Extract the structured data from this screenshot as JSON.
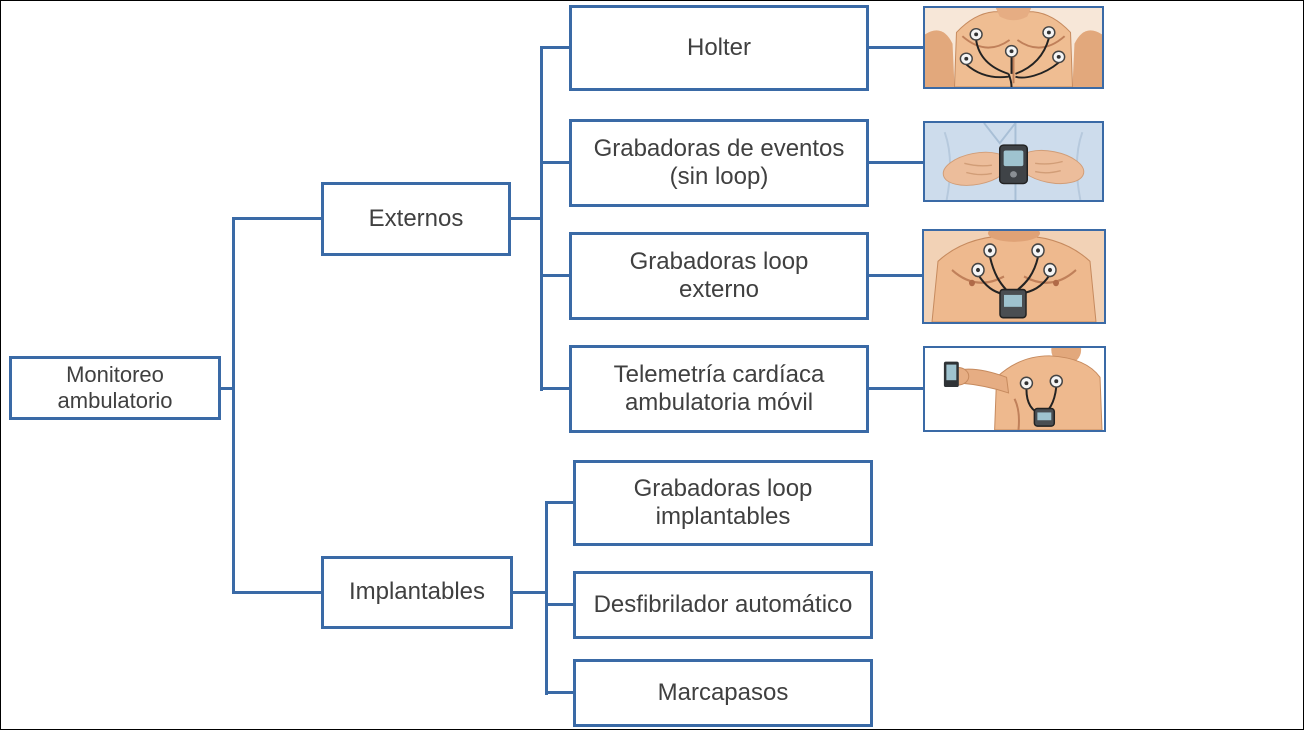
{
  "diagram": {
    "title": "Monitoreo ambulatorio",
    "root": {
      "label": "Monitoreo\nambulatorio"
    },
    "branches": [
      {
        "label": "Externos",
        "children": [
          {
            "label": "Holter",
            "image": "holter-torso-electrodes"
          },
          {
            "label": "Grabadoras de eventos\n(sin loop)",
            "image": "handheld-event-recorder"
          },
          {
            "label": "Grabadoras loop\nexterno",
            "image": "external-loop-recorder-torso"
          },
          {
            "label": "Telemetría cardíaca\nambulatoria móvil",
            "image": "mobile-cardiac-telemetry"
          }
        ]
      },
      {
        "label": "Implantables",
        "children": [
          {
            "label": "Grabadoras loop\nimplantables"
          },
          {
            "label": "Desfibrilador automático"
          },
          {
            "label": "Marcapasos"
          }
        ]
      }
    ],
    "colors": {
      "border": "#3a6aa6",
      "line": "#3a6aa6",
      "text": "#404040",
      "background": "#ffffff"
    }
  }
}
